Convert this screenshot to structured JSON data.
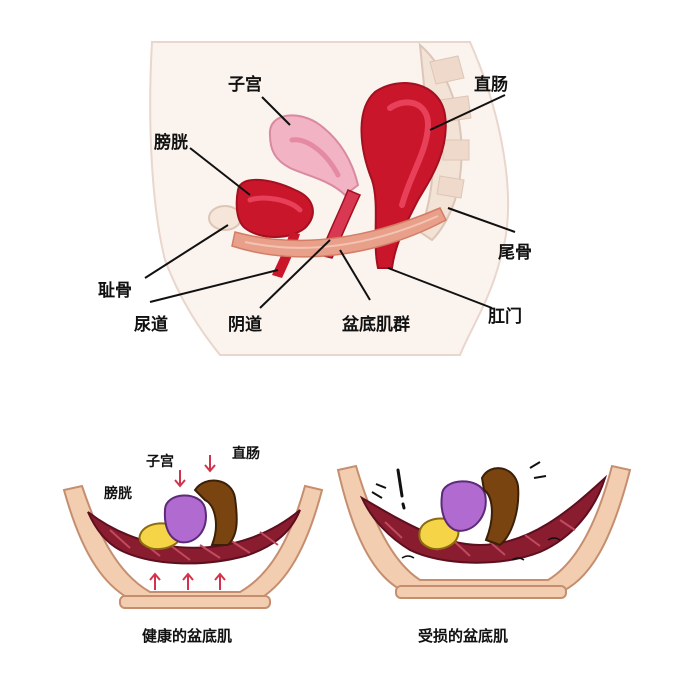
{
  "anatomy": {
    "uterus": "子宫",
    "rectum": "直肠",
    "bladder": "膀胱",
    "coccyx": "尾骨",
    "pubic_bone": "耻骨",
    "urethra": "尿道",
    "vagina": "阴道",
    "pelvic_floor": "盆底肌群",
    "anus": "肛门"
  },
  "healthy": {
    "uterus": "子宫",
    "rectum": "直肠",
    "bladder": "膀胱",
    "caption": "健康的盆底肌"
  },
  "damaged": {
    "caption": "受损的盆底肌"
  },
  "colors": {
    "bone": "#f6e1cf",
    "organ_red": "#c9162b",
    "uterus_pink": "#f2b3c4",
    "muscle": "#e8a08a",
    "hammock": "#8a1c2f",
    "frame": "#f3cdb0"
  }
}
